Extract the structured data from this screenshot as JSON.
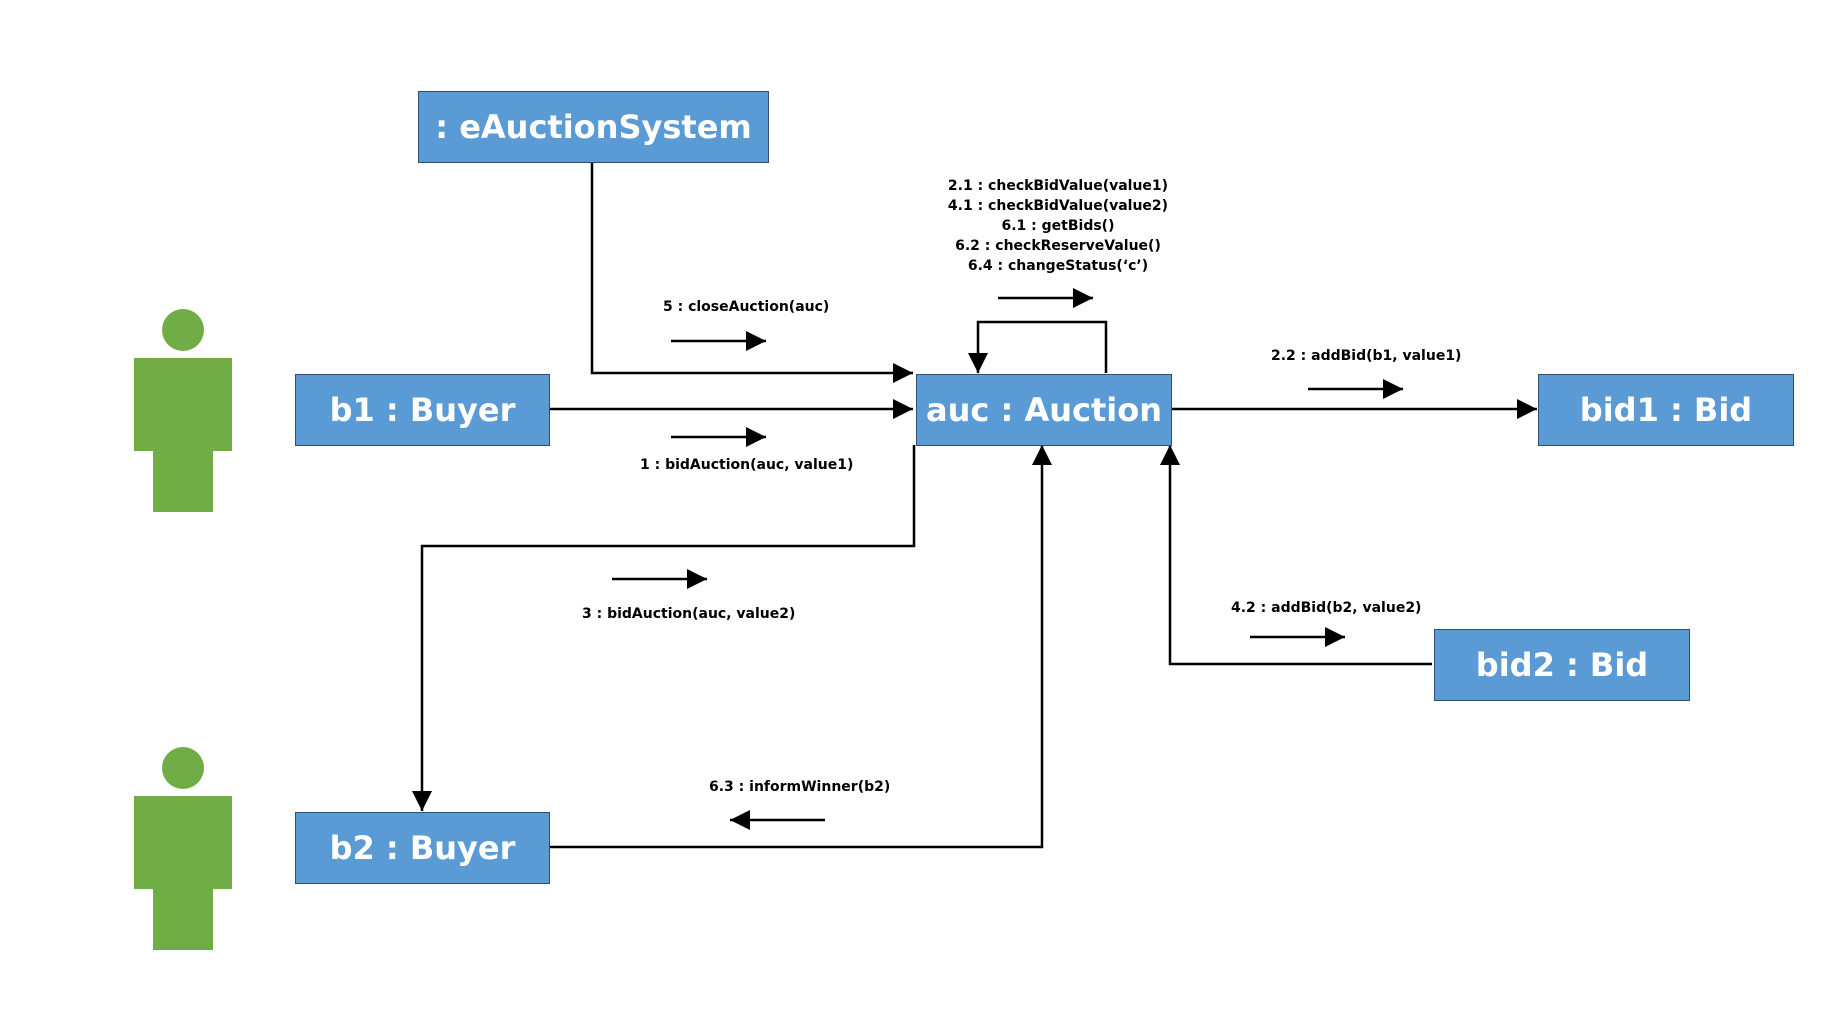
{
  "colors": {
    "object_fill": "#5B9BD5",
    "object_border": "#2E4E73",
    "actor": "#70AD47",
    "line": "#000000"
  },
  "objects": {
    "system": ": eAuctionSystem",
    "b1": "b1 : Buyer",
    "auction": "auc : Auction",
    "bid1": "bid1 : Bid",
    "bid2": "bid2 : Bid",
    "b2": "b2 : Buyer"
  },
  "actors": [
    {
      "icon": "person-icon"
    },
    {
      "icon": "person-icon"
    }
  ],
  "messages": {
    "self_calls": [
      "2.1 : checkBidValue(value1)",
      "4.1 : checkBidValue(value2)",
      "6.1 : getBids()",
      "6.2 : checkReserveValue()",
      "6.4 : changeStatus(‘c’)"
    ],
    "close_auction": "5 : closeAuction(auc)",
    "bid_auction_1": "1 : bidAuction(auc, value1)",
    "bid_auction_2": "3 : bidAuction(auc, value2)",
    "add_bid_1": "2.2 : addBid(b1, value1)",
    "add_bid_2": "4.2 : addBid(b2, value2)",
    "inform_winner": "6.3 : informWinner(b2)"
  }
}
